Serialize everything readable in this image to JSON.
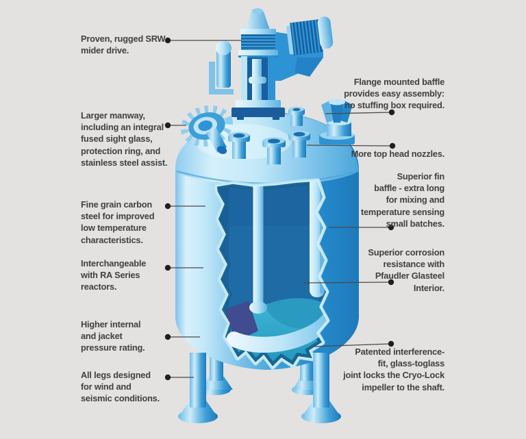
{
  "palette": {
    "background": "#E3E2E0",
    "vessel_blue": "#2E93D5",
    "vessel_dark_blue": "#1A5C9C",
    "vessel_light_blue": "#C9EAF9",
    "interior_blue": "#1F6BA6",
    "bowl_teal": "#2BA0C4",
    "impeller_navy": "#414B90",
    "text_color": "#414042",
    "leader_line": "#4A4A48"
  },
  "callouts": {
    "left": [
      {
        "text": "Proven, rugged SRW\nmider drive."
      },
      {
        "text": "Larger manway,\nincluding an integral\nfused sight glass,\nprotection ring, and\nstainless steel assist."
      },
      {
        "text": "Fine grain carbon\nsteel for improved\nlow temperature\ncharacteristics."
      },
      {
        "text": "Interchangeable\nwith RA Series\nreactors."
      },
      {
        "text": "Higher internal\nand jacket\npressure rating."
      },
      {
        "text": "All legs designed\nfor wind and\nseismic conditions."
      }
    ],
    "right": [
      {
        "text": "Flange mounted baffle\nprovides easy assembly:\nno stuffing box required."
      },
      {
        "text": "More top head nozzles."
      },
      {
        "text": "Superior fin\nbaffle - extra long\nfor mixing and\ntemperature sensing\nsmall batches."
      },
      {
        "text": "Superior corrosion\nresistance with\nPfaudler Glasteel\nInterior."
      },
      {
        "text": "Patented interference-\nfit, glass-toglass\njoint locks the Cryo-Lock\nimpeller to the shaft."
      }
    ]
  }
}
